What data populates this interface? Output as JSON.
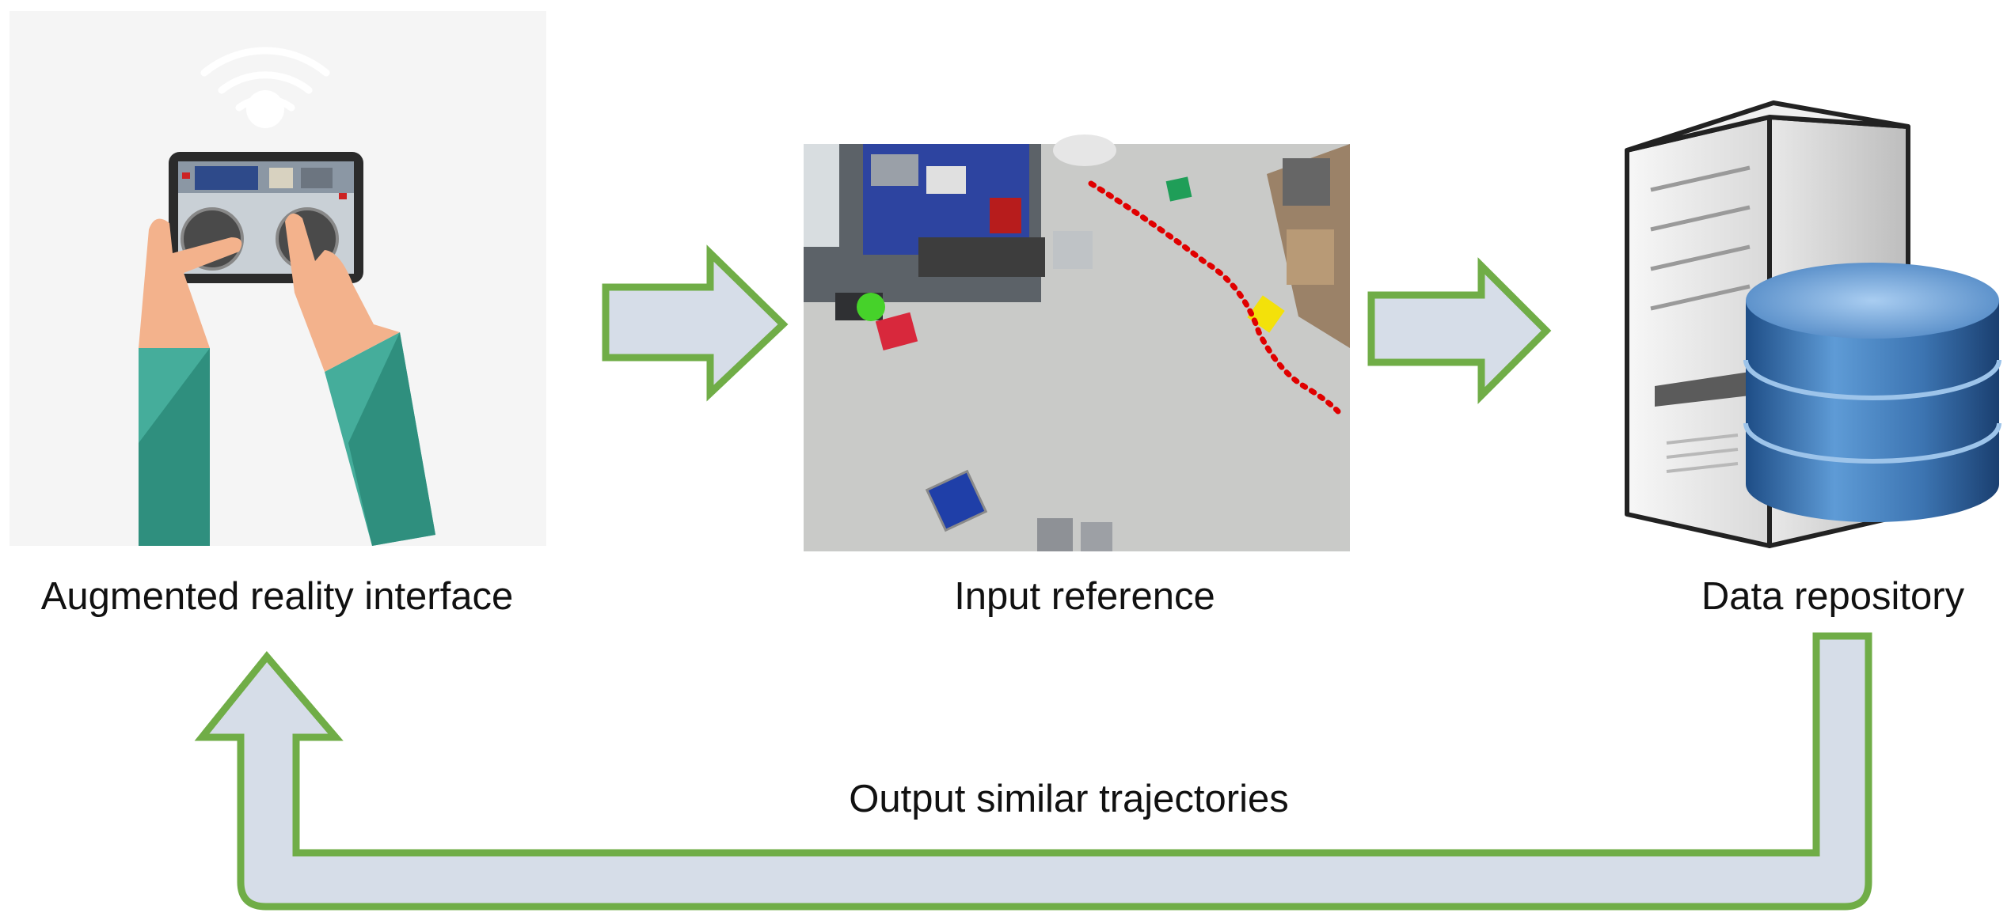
{
  "colors": {
    "arrow_fill": "#d6dde8",
    "arrow_stroke": "#70ad47",
    "panel_bg": "#f5f5f5",
    "floor": "#c9cac8",
    "trajectory": "#e00000",
    "marker_green": "#1f9e58",
    "marker_yellow": "#f3e10a",
    "marker_red": "#d8283c",
    "marker_blue": "#1f3fa8",
    "sleeve": "#45ad9b",
    "skin": "#f3b28c",
    "db_blue": "#3c74b1"
  },
  "nodes": {
    "ar_interface": {
      "label": "Augmented reality interface",
      "icon": "tablet-hands-wifi-icon"
    },
    "input_reference": {
      "label": "Input reference",
      "icon": "overhead-camera-photo"
    },
    "data_repository": {
      "label": "Data repository",
      "icon": "server-database-icon"
    }
  },
  "feedback": {
    "label": "Output similar trajectories"
  }
}
